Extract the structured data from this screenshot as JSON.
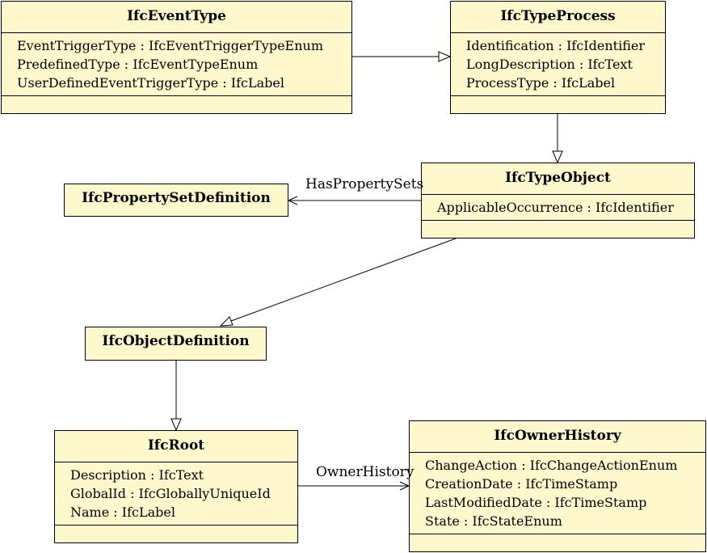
{
  "classes": {
    "event_type": {
      "name": "IfcEventType",
      "attributes": [
        "EventTriggerType : IfcEventTriggerTypeEnum",
        "PredefinedType : IfcEventTypeEnum",
        "UserDefinedEventTriggerType : IfcLabel"
      ]
    },
    "type_process": {
      "name": "IfcTypeProcess",
      "attributes": [
        "Identification : IfcIdentifier",
        "LongDescription : IfcText",
        "ProcessType : IfcLabel"
      ]
    },
    "type_object": {
      "name": "IfcTypeObject",
      "attributes": [
        "ApplicableOccurrence : IfcIdentifier"
      ]
    },
    "property_set_definition": {
      "name": "IfcPropertySetDefinition"
    },
    "object_definition": {
      "name": "IfcObjectDefinition"
    },
    "root": {
      "name": "IfcRoot",
      "attributes": [
        "Description : IfcText",
        "GlobalId : IfcGloballyUniqueId",
        "Name : IfcLabel"
      ]
    },
    "owner_history": {
      "name": "IfcOwnerHistory",
      "attributes": [
        "ChangeAction : IfcChangeActionEnum",
        "CreationDate : IfcTimeStamp",
        "LastModifiedDate : IfcTimeStamp",
        "State : IfcStateEnum"
      ]
    }
  },
  "associations": {
    "has_property_sets": "HasPropertySets",
    "owner_history": "OwnerHistory"
  }
}
